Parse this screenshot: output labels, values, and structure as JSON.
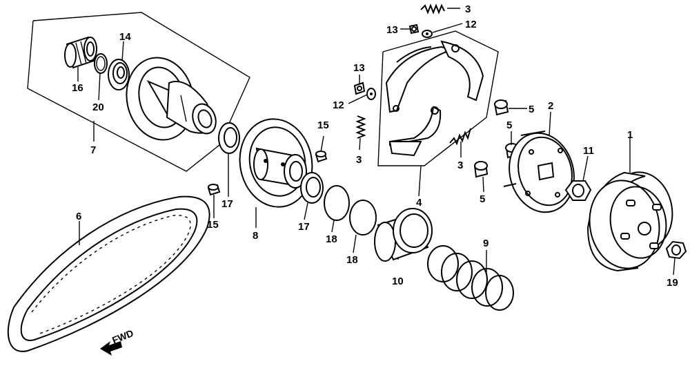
{
  "labels": {
    "p1": "1",
    "p2": "2",
    "p3a": "3",
    "p3b": "3",
    "p3c": "3",
    "p4": "4",
    "p5a": "5",
    "p5b": "5",
    "p5c": "5",
    "p6": "6",
    "p7": "7",
    "p8": "8",
    "p9": "9",
    "p10": "10",
    "p11": "11",
    "p12a": "12",
    "p12b": "12",
    "p13a": "13",
    "p13b": "13",
    "p14": "14",
    "p15a": "15",
    "p15b": "15",
    "p16": "16",
    "p17a": "17",
    "p17b": "17",
    "p18a": "18",
    "p18b": "18",
    "p19": "19",
    "p20": "20"
  },
  "direction_label": "FWD"
}
